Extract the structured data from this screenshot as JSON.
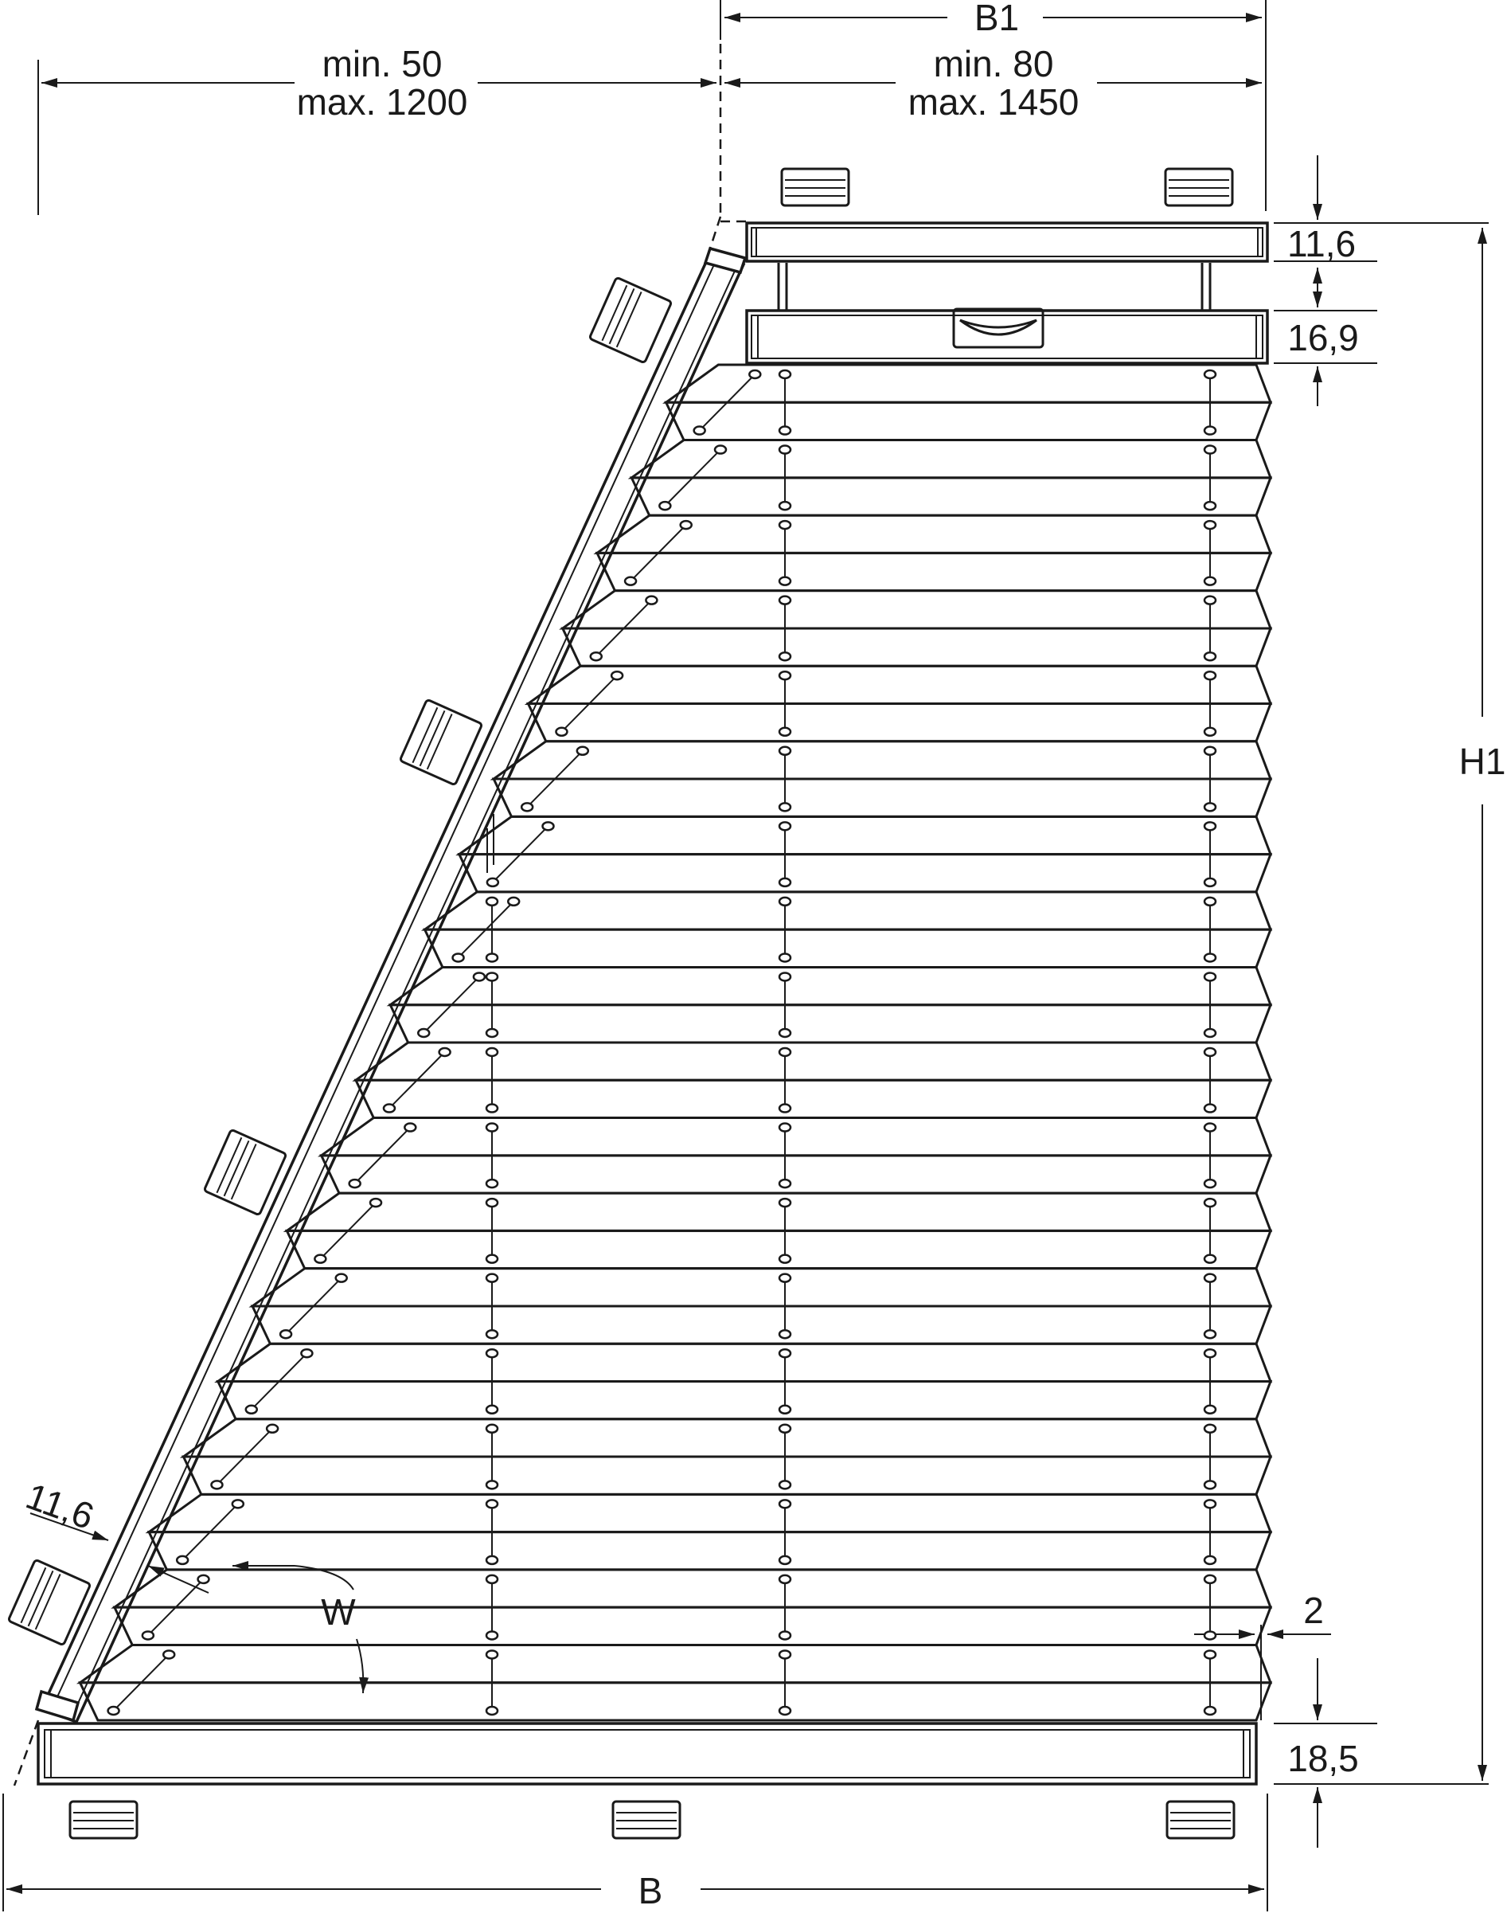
{
  "dimensions": {
    "left_width": {
      "min": "min. 50",
      "max": "max. 1200"
    },
    "right_width": {
      "min": "min. 80",
      "max": "max. 1450"
    },
    "b1": "B1",
    "b": "B",
    "h1": "H1",
    "top_rail": "11,6",
    "second_rail": "16,9",
    "bottom_rail": "18,5",
    "gap": "2",
    "slanted_rail": "11,6",
    "angle": "W"
  },
  "pleat_count": 18
}
